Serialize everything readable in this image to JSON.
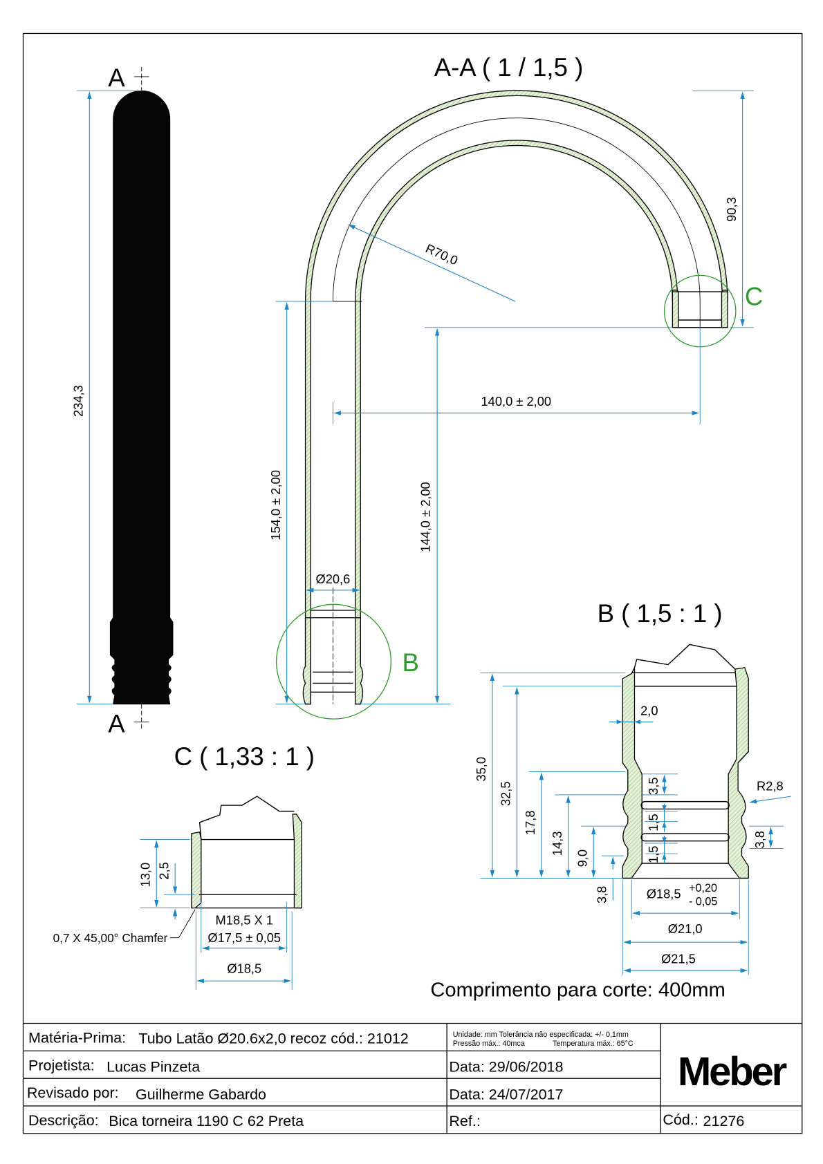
{
  "section_view": {
    "title": "A-A ( 1 / 1,5 )",
    "section_mark_top": "A",
    "section_mark_bottom": "A",
    "dims": {
      "overall_length": "234,3",
      "right_height": "90,3",
      "bend_radius": "R70,0",
      "horizontal_offset": "140,0 ± 2,00",
      "left_leg_length": "154,0 ± 2,00",
      "right_drop": "144,0 ± 2,00",
      "tube_diameter": "Ø20,6"
    },
    "callouts": {
      "detail_b": "B",
      "detail_c": "C"
    }
  },
  "detail_b": {
    "title": "B ( 1,5 : 1 )",
    "dims": {
      "h35": "35,0",
      "h32": "32,5",
      "h17": "17,8",
      "h14": "14,3",
      "h9": "9,0",
      "h3_8_bottom": "3,8",
      "wall": "2,0",
      "groove_35": "3,5",
      "groove_15a": "1,5",
      "groove_15b": "1,5",
      "radius": "R2,8",
      "bead_pitch": "3,8",
      "inner_dia": "Ø18,5",
      "tol_plus": "+0,20",
      "tol_minus": "- 0,05",
      "dia21": "Ø21,0",
      "dia215": "Ø21,5"
    }
  },
  "detail_c": {
    "title": "C ( 1,33 : 1 )",
    "dims": {
      "depth": "13,0",
      "thread_offset": "2,5",
      "chamfer": "0,7 X 45,00° Chamfer",
      "thread": "M18,5 X 1",
      "bore": "Ø17,5 ± 0,05",
      "outer": "Ø18,5"
    }
  },
  "cut_length_note": "Comprimento para corte: 400mm",
  "title_block": {
    "material_label": "Matéria-Prima:",
    "material_value": "Tubo Latão Ø20.6x2,0 recoz cód.: 21012",
    "notes_line1": "Unidade: mm Tolerância não especificada: +/- 0,1mm",
    "notes_line2a": "Pressão máx.: 40mca",
    "notes_line2b": "Temperatura máx.: 65°C",
    "designer_label": "Projetista:",
    "designer_value": "Lucas Pinzeta",
    "date1": "Data: 29/06/2018",
    "reviewer_label": "Revisado por:",
    "reviewer_value": "Guilherme Gabardo",
    "date2": "Data: 24/07/2017",
    "description_label": "Descrição:",
    "description_value": "Bica torneira 1190 C 62 Preta",
    "ref_label": "Ref.:",
    "code_label": "Cód.:",
    "code_value": "21276",
    "logo": "Meber"
  },
  "colors": {
    "dimension": "#1b87c6",
    "callout": "#2d9a2d",
    "hatch": "#dcebcc"
  }
}
